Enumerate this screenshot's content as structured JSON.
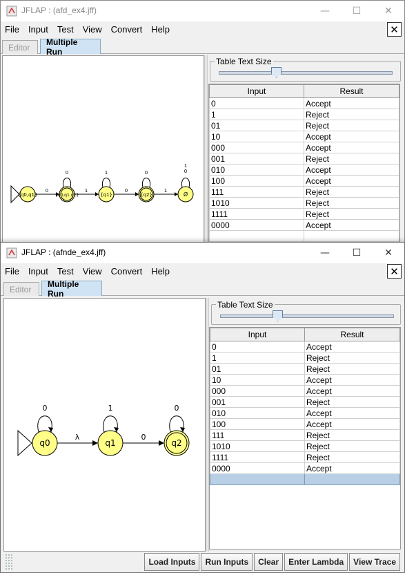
{
  "window1": {
    "title": "JFLAP : (afd_ex4.jff)",
    "menu": [
      "File",
      "Input",
      "Test",
      "View",
      "Convert",
      "Help"
    ],
    "tabs": {
      "editor": "Editor",
      "multiple_run": "Multiple Run"
    },
    "table_text_size_label": "Table Text Size",
    "table": {
      "headers": {
        "input": "Input",
        "result": "Result"
      },
      "rows": [
        {
          "input": "0",
          "result": "Accept"
        },
        {
          "input": "1",
          "result": "Reject"
        },
        {
          "input": "01",
          "result": "Reject"
        },
        {
          "input": "10",
          "result": "Accept"
        },
        {
          "input": "000",
          "result": "Accept"
        },
        {
          "input": "001",
          "result": "Reject"
        },
        {
          "input": "010",
          "result": "Accept"
        },
        {
          "input": "100",
          "result": "Accept"
        },
        {
          "input": "111",
          "result": "Reject"
        },
        {
          "input": "1010",
          "result": "Reject"
        },
        {
          "input": "1111",
          "result": "Reject"
        },
        {
          "input": "0000",
          "result": "Accept"
        }
      ]
    },
    "diagram": {
      "states": [
        "{q0,q1}",
        "{q0,q1,q2}",
        "{q1}",
        "{q2}",
        "Ø"
      ],
      "transitions": [
        "0",
        "1",
        "0",
        "1"
      ],
      "loops": [
        "0",
        "1",
        "0",
        "1\n0"
      ]
    }
  },
  "window2": {
    "title": "JFLAP : (afnde_ex4.jff)",
    "menu": [
      "File",
      "Input",
      "Test",
      "View",
      "Convert",
      "Help"
    ],
    "tabs": {
      "editor": "Editor",
      "multiple_run": "Multiple Run"
    },
    "table_text_size_label": "Table Text Size",
    "table": {
      "headers": {
        "input": "Input",
        "result": "Result"
      },
      "rows": [
        {
          "input": "0",
          "result": "Accept"
        },
        {
          "input": "1",
          "result": "Reject"
        },
        {
          "input": "01",
          "result": "Reject"
        },
        {
          "input": "10",
          "result": "Accept"
        },
        {
          "input": "000",
          "result": "Accept"
        },
        {
          "input": "001",
          "result": "Reject"
        },
        {
          "input": "010",
          "result": "Accept"
        },
        {
          "input": "100",
          "result": "Accept"
        },
        {
          "input": "111",
          "result": "Reject"
        },
        {
          "input": "1010",
          "result": "Reject"
        },
        {
          "input": "1111",
          "result": "Reject"
        },
        {
          "input": "0000",
          "result": "Accept"
        }
      ]
    },
    "diagram": {
      "states": [
        "q0",
        "q1",
        "q2"
      ],
      "transitions": [
        "λ",
        "0"
      ],
      "loops": [
        "0",
        "1",
        "0"
      ]
    },
    "buttons": [
      "Load Inputs",
      "Run Inputs",
      "Clear",
      "Enter Lambda",
      "View Trace"
    ]
  },
  "colors": {
    "state_fill": "#ffff88",
    "tab_active": "#cfe3f5",
    "selected_row": "#b8cfe5"
  },
  "icons": {
    "app": "jflap-icon",
    "minimize": "minimize-icon",
    "maximize": "maximize-icon",
    "close": "close-icon"
  }
}
